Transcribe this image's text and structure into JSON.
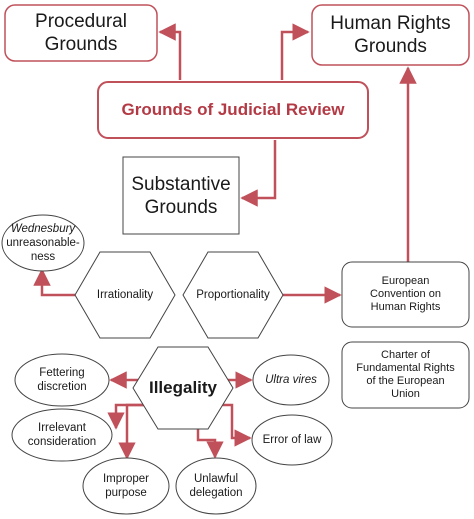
{
  "nodes": {
    "procedural": {
      "line1": "Procedural",
      "line2": "Grounds"
    },
    "human_rights": {
      "line1": "Human Rights",
      "line2": "Grounds"
    },
    "judicial_review": {
      "label": "Grounds of Judicial Review"
    },
    "substantive": {
      "line1": "Substantive",
      "line2": "Grounds"
    },
    "wednesbury": {
      "line1": "Wednesbury",
      "line2": "unreasonable-",
      "line3": "ness"
    },
    "irrationality": {
      "label": "Irrationality"
    },
    "proportionality": {
      "label": "Proportionality"
    },
    "echr": {
      "line1": "European",
      "line2": "Convention on",
      "line3": "Human Rights"
    },
    "charter": {
      "line1": "Charter of",
      "line2": "Fundamental Rights",
      "line3": "of the European",
      "line4": "Union"
    },
    "fettering": {
      "line1": "Fettering",
      "line2": "discretion"
    },
    "illegality": {
      "label": "Illegality"
    },
    "ultra_vires": {
      "label": "Ultra vires"
    },
    "irrelevant": {
      "line1": "Irrelevant",
      "line2": "consideration"
    },
    "error_of_law": {
      "label": "Error of law"
    },
    "improper": {
      "line1": "Improper",
      "line2": "purpose"
    },
    "unlawful": {
      "line1": "Unlawful",
      "line2": "delegation"
    }
  },
  "colors": {
    "accent": "#c0505a",
    "title_text": "#b33a45",
    "text": "#1a1a1a",
    "border_dark": "#444444"
  }
}
